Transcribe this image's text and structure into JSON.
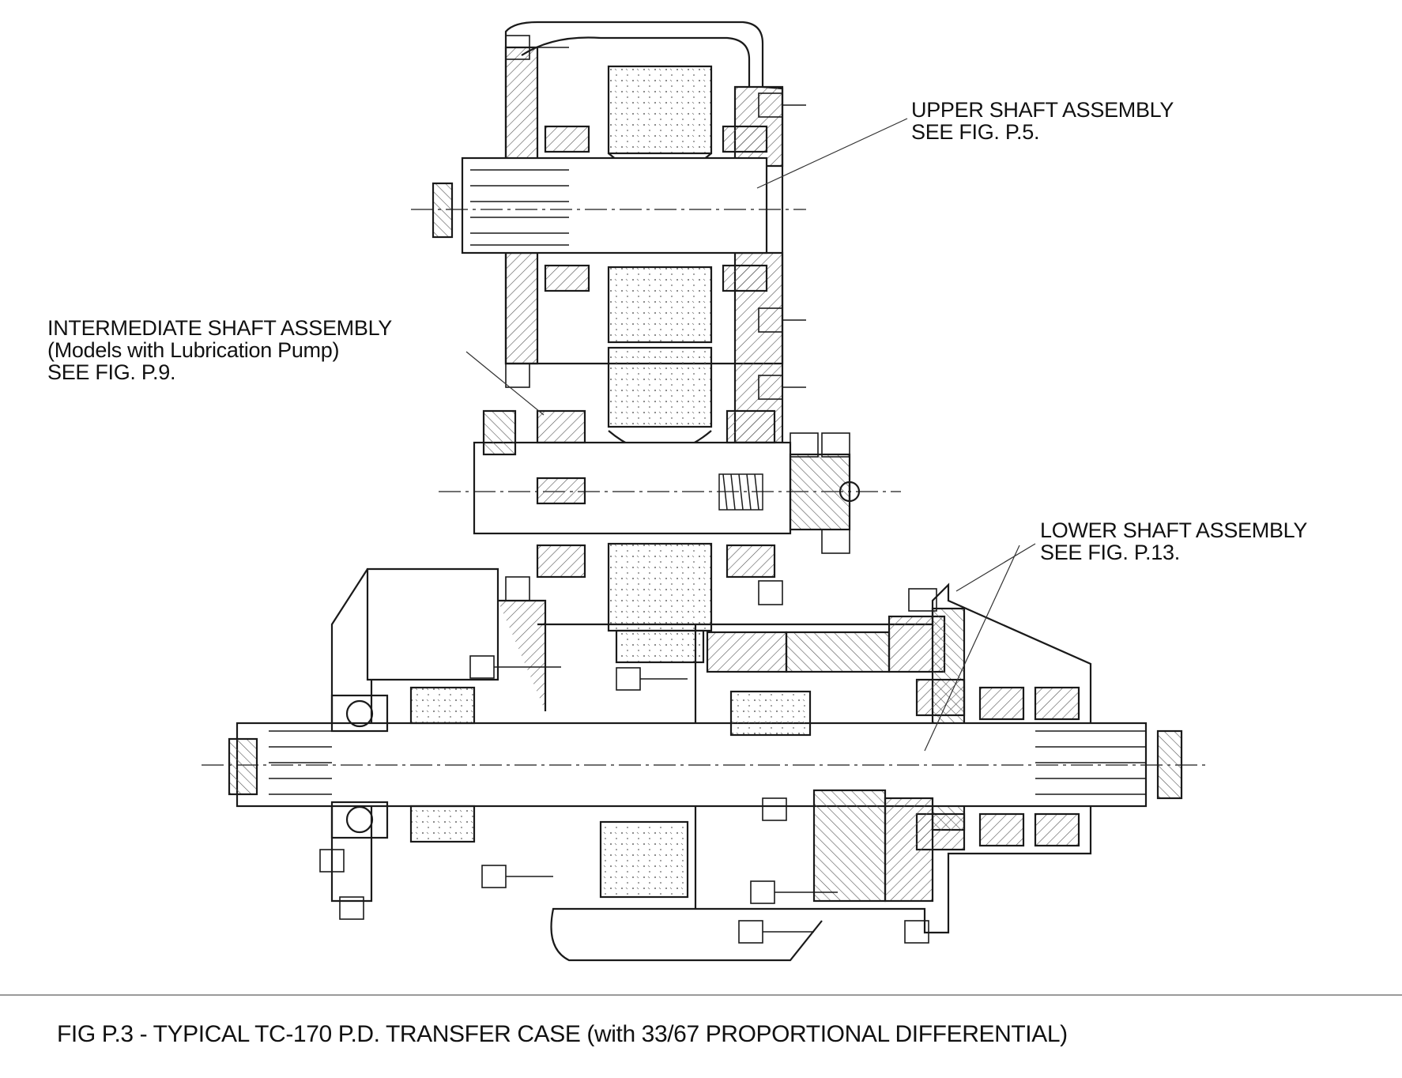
{
  "labels": {
    "upper": {
      "line1": "UPPER SHAFT ASSEMBLY",
      "line2": "SEE FIG. P.5."
    },
    "intermediate": {
      "line1": "INTERMEDIATE SHAFT ASSEMBLY",
      "line2": "(Models with Lubrication Pump)",
      "line3": "SEE FIG. P.9."
    },
    "lower": {
      "line1": "LOWER SHAFT ASSEMBLY",
      "line2": "SEE FIG. P.13."
    }
  },
  "caption": "FIG P.3 - TYPICAL TC-170 P.D. TRANSFER CASE (with 33/67 PROPORTIONAL DIFFERENTIAL)",
  "colors": {
    "ink": "#1a1a1a",
    "hatch": "#555555",
    "rule": "#9a9a9a"
  }
}
